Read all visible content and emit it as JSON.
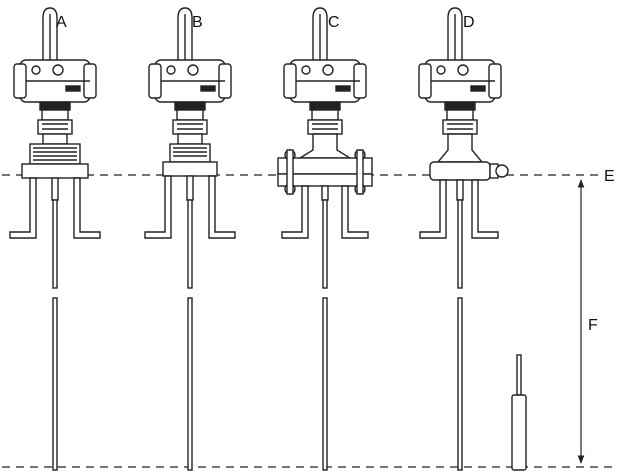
{
  "figure": {
    "devices": [
      {
        "label": "A",
        "connection": "threaded"
      },
      {
        "label": "B",
        "connection": "threaded"
      },
      {
        "label": "C",
        "connection": "flanged"
      },
      {
        "label": "D",
        "connection": "tri-clamp"
      }
    ],
    "reference_line_label": "E",
    "dimension_label": "F",
    "line_color": "#222222",
    "background": "#ffffff"
  }
}
